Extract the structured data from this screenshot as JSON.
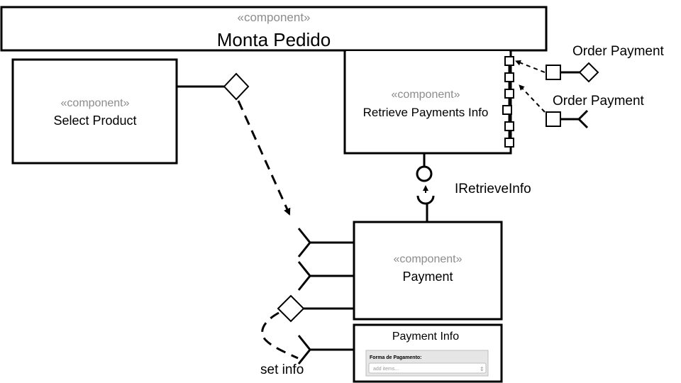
{
  "components": {
    "monta_pedido": {
      "stereotype": "«component»",
      "name": "Monta Pedido"
    },
    "select_product": {
      "stereotype": "«component»",
      "name": "Select Product"
    },
    "retrieve_payments_info": {
      "stereotype": "«component»",
      "name": "Retrieve Payments Info"
    },
    "payment": {
      "stereotype": "«component»",
      "name": "Payment"
    }
  },
  "labels": {
    "order_payment_top": "Order Payment",
    "order_payment_bottom": "Order Payment",
    "iretrieve_info": "IRetrieveInfo",
    "set_info": "set info"
  },
  "payment_info": {
    "title": "Payment Info",
    "field_label": "Forma de Pagamento:",
    "select_value": "add items...",
    "select_arrow": "⇕"
  }
}
